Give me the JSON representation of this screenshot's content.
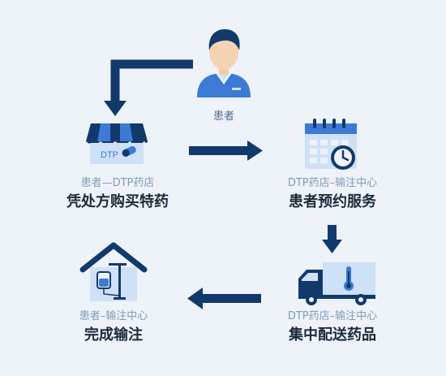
{
  "colors": {
    "background": "#eef3f9",
    "navy": "#12396b",
    "blue": "#3c7ad6",
    "light_blue": "#cfe1f7",
    "sub_text": "#7f9cb6",
    "main_text": "#1c2a3a"
  },
  "patient": {
    "label": "患者",
    "icon": "person-icon"
  },
  "nodes": [
    {
      "id": "pharmacy",
      "icon": "store-icon",
      "icon_text": "DTP",
      "sub": "患者—DTP药店",
      "main": "凭处方购买特药"
    },
    {
      "id": "appointment",
      "icon": "calendar-clock-icon",
      "sub": "DTP药店–输注中心",
      "main": "患者预约服务"
    },
    {
      "id": "delivery",
      "icon": "truck-thermometer-icon",
      "sub": "DTP药店–输注中心",
      "main": "集中配送药品"
    },
    {
      "id": "infusion",
      "icon": "house-iv-icon",
      "sub": "患者–输注中心",
      "main": "完成输注"
    }
  ]
}
